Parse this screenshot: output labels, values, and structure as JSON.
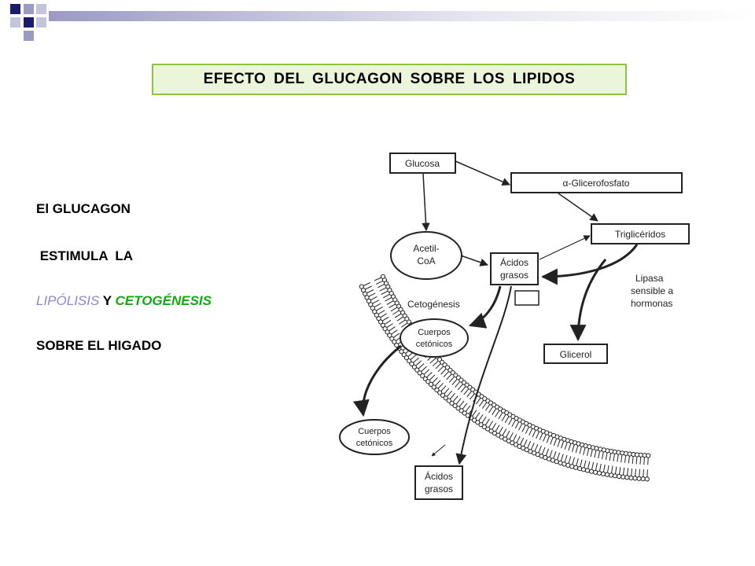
{
  "title": "EFECTO  DEL  GLUCAGON  SOBRE  LOS  LIPIDOS",
  "body": {
    "line1": "El GLUCAGON",
    "line2": " ESTIMULA  LA",
    "lipolisis": "LIPÓLISIS",
    "y": " Y ",
    "cetogenesis": "CETOGÉNESIS",
    "line4": "SOBRE EL HIGADO"
  },
  "diagram": {
    "glucosa": "Glucosa",
    "glicerofosfato": "α-Glicerofosfato",
    "trigliceridos": "Triglicéridos",
    "acetil": "Acetil-",
    "coa": "CoA",
    "acidos": "Ácidos",
    "grasos": "grasos",
    "lipasa1": "Lipasa",
    "lipasa2": "sensible a",
    "lipasa3": "hormonas",
    "cetogenesis_label": "Cetogénesis",
    "cuerpos": "Cuerpos",
    "cetonicos": "cetónicos",
    "glicerol": "Glicerol"
  },
  "colors": {
    "accent_green": "#8cc63f",
    "lipolisis": "#8888cc",
    "cetogenesis": "#11aa11",
    "deco_navy": "#1a1a6e"
  }
}
